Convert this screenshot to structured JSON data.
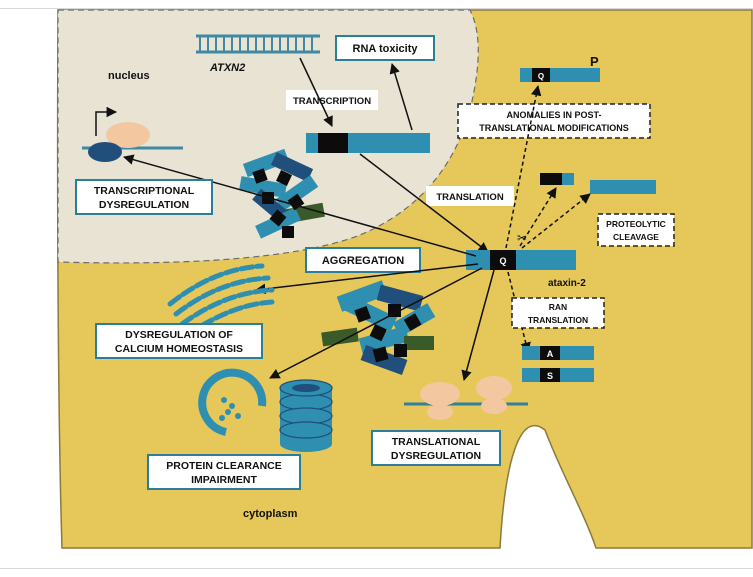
{
  "regions": {
    "nucleus": "nucleus",
    "cytoplasm": "cytoplasm"
  },
  "gene": {
    "name": "ATXN2"
  },
  "processes": {
    "transcription": "TRANSCRIPTION",
    "translation": "TRANSLATION"
  },
  "protein": {
    "name": "ataxin-2",
    "repeat_glyph": "Q",
    "phospho_glyph": "P",
    "ran_glyph_a": "A",
    "ran_glyph_s": "S"
  },
  "outcomes": {
    "rna_toxicity": "RNA toxicity",
    "ptm_line1": "ANOMALIES IN POST-",
    "ptm_line2": "TRANSLATIONAL MODIFICATIONS",
    "proteolytic_line1": "PROTEOLYTIC",
    "proteolytic_line2": "CLEAVAGE",
    "ran_line1": "RAN",
    "ran_line2": "TRANSLATION",
    "aggregation": "AGGREGATION",
    "transcriptional_line1": "TRANSCRIPTIONAL",
    "transcriptional_line2": "DYSREGULATION",
    "calcium_line1": "DYSREGULATION OF",
    "calcium_line2": "CALCIUM HOMEOSTASIS",
    "clearance_line1": "PROTEIN CLEARANCE",
    "clearance_line2": "IMPAIRMENT",
    "translational_line1": "TRANSLATIONAL",
    "translational_line2": "DYSREGULATION"
  },
  "colors": {
    "cytoplasm": "#e6c75a",
    "cytoplasm_edge": "#8a7a3e",
    "nucleus": "#e8e3d3",
    "protein": "#2f8fb0",
    "protein_dark": "#1f4f7a",
    "polyq": "#0c0c0c",
    "box_border": "#2a7e9a",
    "ribosome": "#f3c8a0",
    "mrna": "#2f7fa0",
    "dna": "#3d8aa5"
  }
}
